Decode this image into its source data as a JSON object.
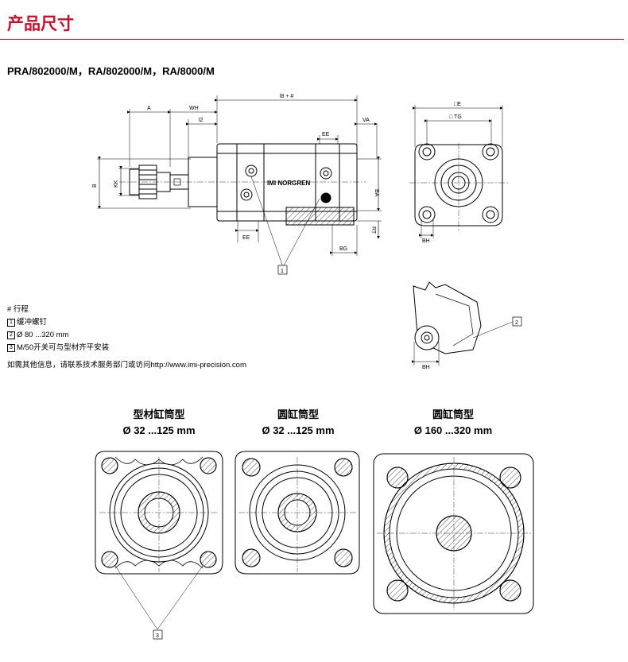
{
  "header": {
    "title": "产品尺寸"
  },
  "model_line": "PRA/802000/M，RA/802000/M，RA/8000/M",
  "notes": {
    "hash_note": "# 行程",
    "items": [
      {
        "num": "1",
        "text": "缓冲螺钉"
      },
      {
        "num": "2",
        "text": "Ø 80 ...320 mm"
      },
      {
        "num": "3",
        "text": "M/50开关可与型材齐平安装"
      }
    ]
  },
  "info_text": "如需其他信息，请联系技术服务部门或访问http://www.imi-precision.com",
  "dimension_labels": {
    "A": "A",
    "WH": "WH",
    "l2": "l2",
    "l8": "l8 + #",
    "VA": "VA",
    "EE": "EE",
    "B": "B",
    "KK": "KK",
    "BA": "BA",
    "RT": "RT",
    "BG": "BG",
    "E": "□E",
    "TG": "□ TG",
    "BH": "BH"
  },
  "brand_text": "IMI NORGREN",
  "callouts": [
    "1",
    "2",
    "3"
  ],
  "sections": [
    {
      "title": "型材缸筒型",
      "range": "Ø 32 ...125 mm"
    },
    {
      "title": "圆缸筒型",
      "range": "Ø 32 ...125 mm"
    },
    {
      "title": "圆缸筒型",
      "range": "Ø 160 ...320 mm"
    }
  ]
}
